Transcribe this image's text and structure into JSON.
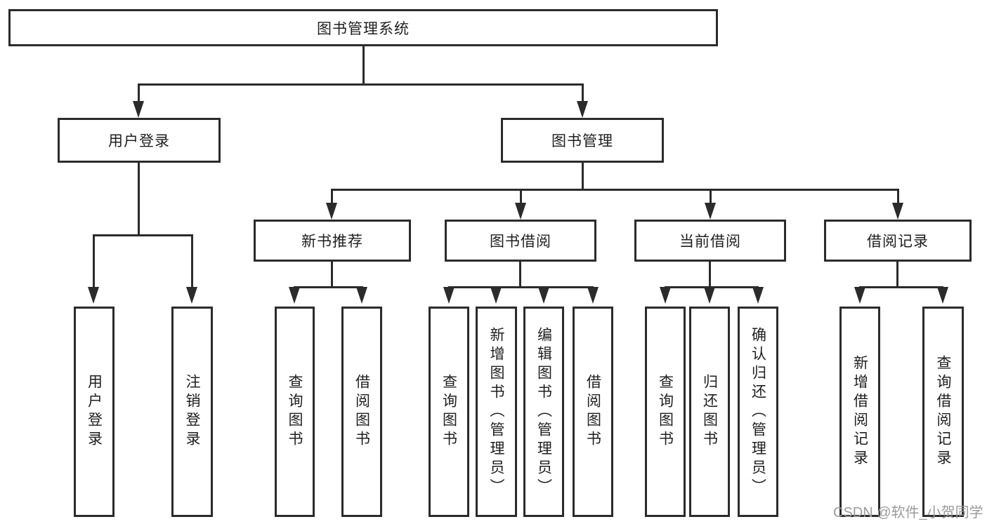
{
  "tree": {
    "root": "图书管理系统",
    "level2": [
      "用户登录",
      "图书管理"
    ],
    "level3": [
      "新书推荐",
      "图书借阅",
      "当前借阅",
      "借阅记录"
    ],
    "leaves": {
      "user_login": [
        "用户登录",
        "注销登录"
      ],
      "new_book_recommend": [
        "查询图书",
        "借阅图书"
      ],
      "book_borrowing": [
        "查询图书",
        "新增图书（管理员）",
        "编辑图书（管理员）",
        "借阅图书"
      ],
      "current_borrowing": [
        "查询图书",
        "归还图书",
        "确认归还（管理员）"
      ],
      "borrowing_records": [
        "新增借阅记录",
        "查询借阅记录"
      ]
    }
  },
  "watermark": "CSDN @软件_小贺同学",
  "colors": {
    "line": "#2b2b2b",
    "text": "#1f1f1f",
    "background": "#ffffff",
    "watermark": "#9b9b9b"
  }
}
